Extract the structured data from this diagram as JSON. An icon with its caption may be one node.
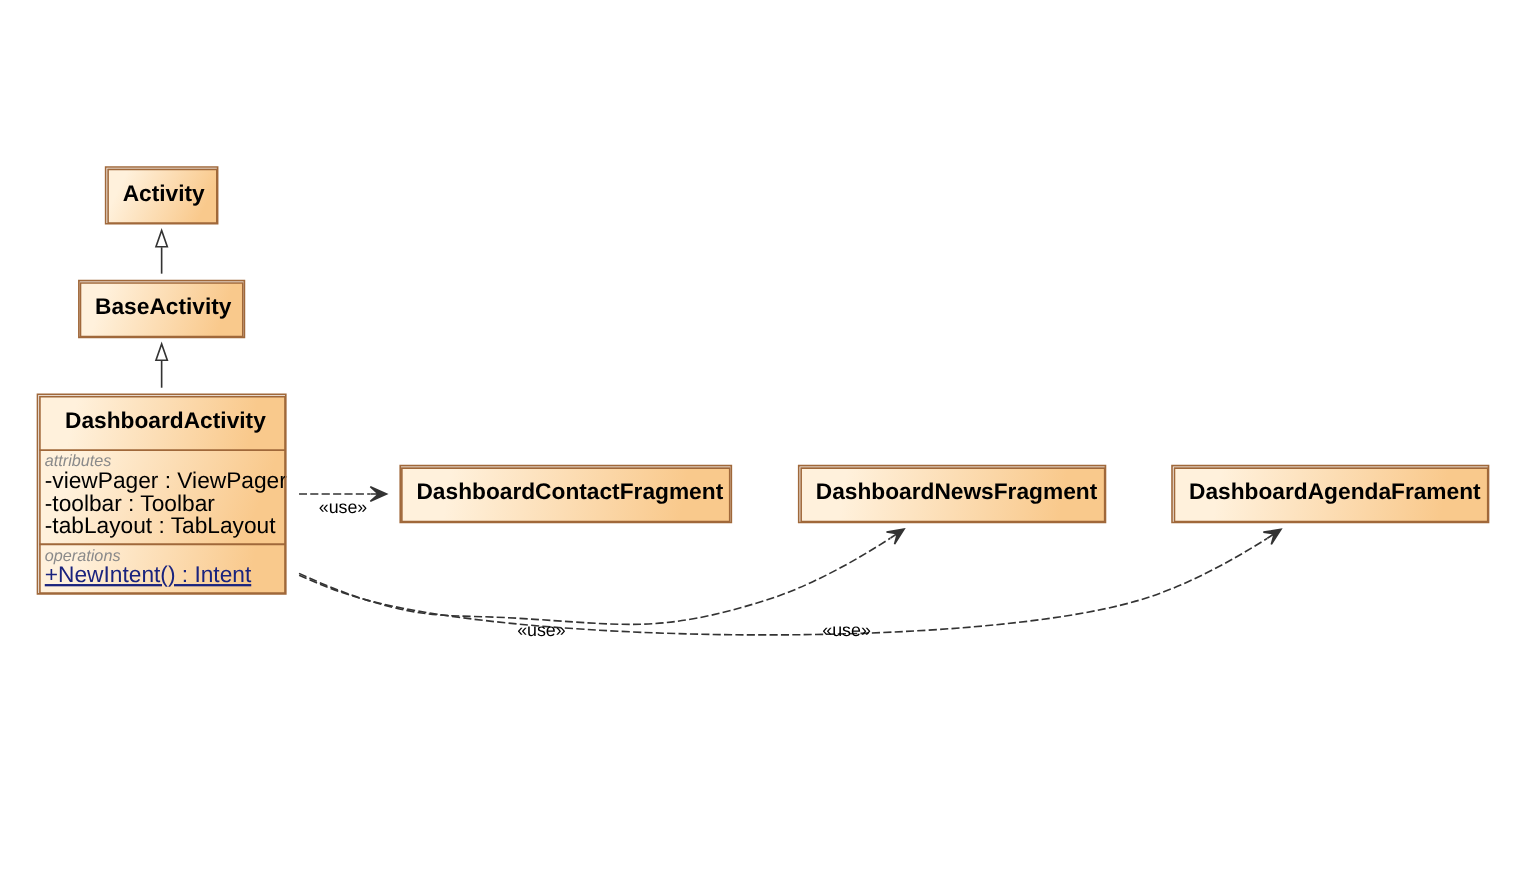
{
  "diagram": {
    "nodes": [
      {
        "text": [
          "Activity"
        ]
      },
      {
        "text": [
          "BaseActivity"
        ]
      },
      {
        "text": [
          "DashboardActivity",
          "attributes",
          "-viewPager : ViewPager",
          "-toolbar : Toolbar",
          "-tabLayout : TabLayout",
          "operations",
          "+NewIntent() : Intent"
        ]
      },
      {
        "text": [
          "DashboardAgendaFrament"
        ]
      },
      {
        "text": [
          "DashboardNewsFragment"
        ]
      },
      {
        "text": [
          "DashboardContactFragment"
        ]
      }
    ],
    "edges": [
      {
        "from": 1,
        "to": 0,
        "arrow": "to"
      },
      {
        "from": 2,
        "to": 1,
        "arrow": "to"
      },
      {
        "from": 2,
        "to": 3,
        "arrow": "to",
        "label": "«use»",
        "style": "dashed"
      },
      {
        "from": 2,
        "to": 4,
        "arrow": "to",
        "label": "«use»",
        "style": "dashed"
      },
      {
        "from": 2,
        "to": 5,
        "arrow": "to",
        "label": "«use»",
        "style": "dashed"
      }
    ]
  }
}
